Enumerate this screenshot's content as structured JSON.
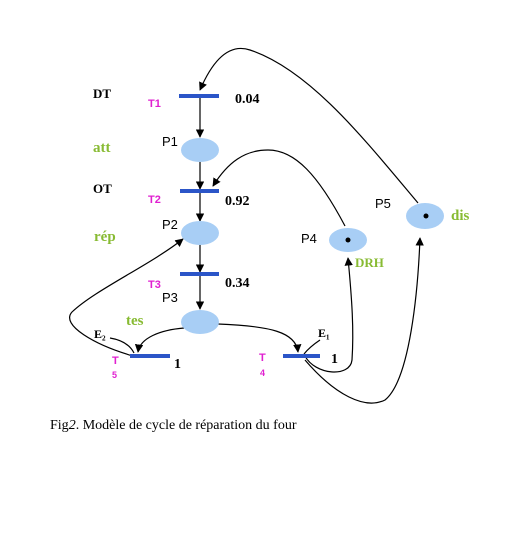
{
  "labels": {
    "dt": "DT",
    "t1": "T1",
    "w1": "0.04",
    "att": "att",
    "p1": "P1",
    "ot": "OT",
    "t2": "T2",
    "w2": "0.92",
    "rep": "rép",
    "p2": "P2",
    "t3": "T3",
    "w3": "0.34",
    "p3": "P3",
    "tes": "tes",
    "e2": "E₂",
    "t5a": "T",
    "t5b": "5",
    "w5": "1",
    "p4": "P4",
    "drh": "DRH",
    "p5": "P5",
    "dis": "dis",
    "e1": "E₁",
    "t4a": "T",
    "t4b": "4",
    "w4": "1"
  },
  "caption": {
    "prefix": "Fig",
    "number": "2",
    "text": ". Modèle de cycle de réparation du four"
  },
  "colors": {
    "place_fill": "#a8cef5",
    "transition": "#2b55c8",
    "transition_label": "#e020d0",
    "state_label": "#88bb33",
    "black": "#000000"
  }
}
